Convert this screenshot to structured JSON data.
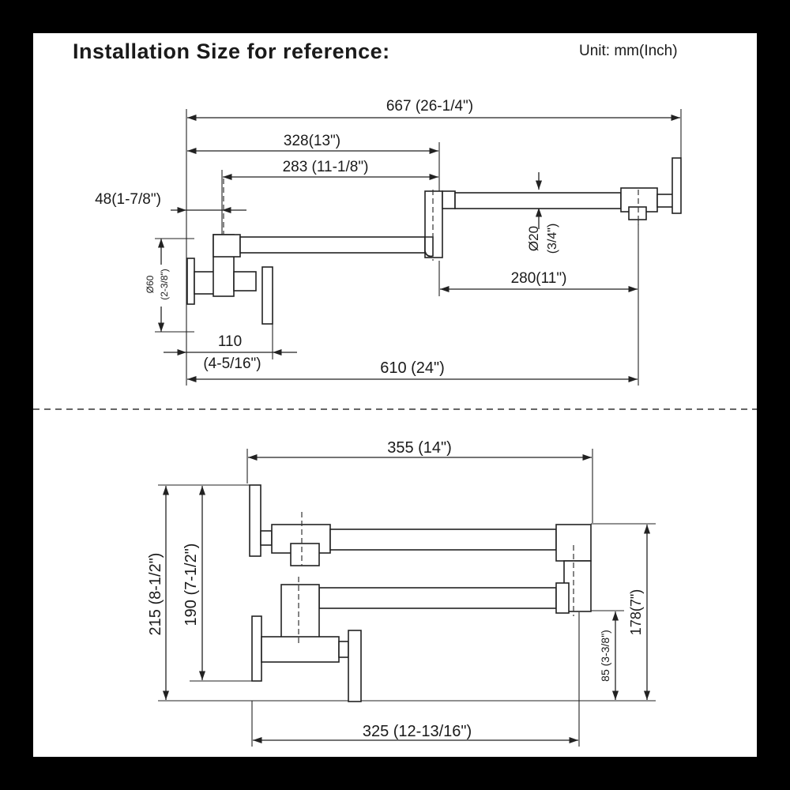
{
  "header": {
    "title": "Installation Size for reference:",
    "unit": "Unit: mm(Inch)"
  },
  "top_view": {
    "dim_overall": "667 (26-1/4\")",
    "dim_arm1_outer": "328(13\")",
    "dim_arm1_inner": "283 (11-1/8\")",
    "dim_offset": "48(1-7/8\")",
    "dim_pipe_dia_mm": "Ø20",
    "dim_pipe_dia_in": "(3/4\")",
    "dim_flange_dia_mm": "Ø60",
    "dim_flange_dia_in": "(2-3/8\")",
    "dim_arm2": "280(11\")",
    "dim_valve_mm": "110",
    "dim_valve_in": "(4-5/16\")",
    "dim_reach": "610 (24\")"
  },
  "side_view": {
    "dim_width": "355 (14\")",
    "dim_height_total": "215 (8-1/2\")",
    "dim_height_inner": "190 (7-1/2\")",
    "dim_right_height": "178(7\")",
    "dim_right_lower": "85 (3-3/8\")",
    "dim_bottom": "325 (12-13/16\")"
  }
}
